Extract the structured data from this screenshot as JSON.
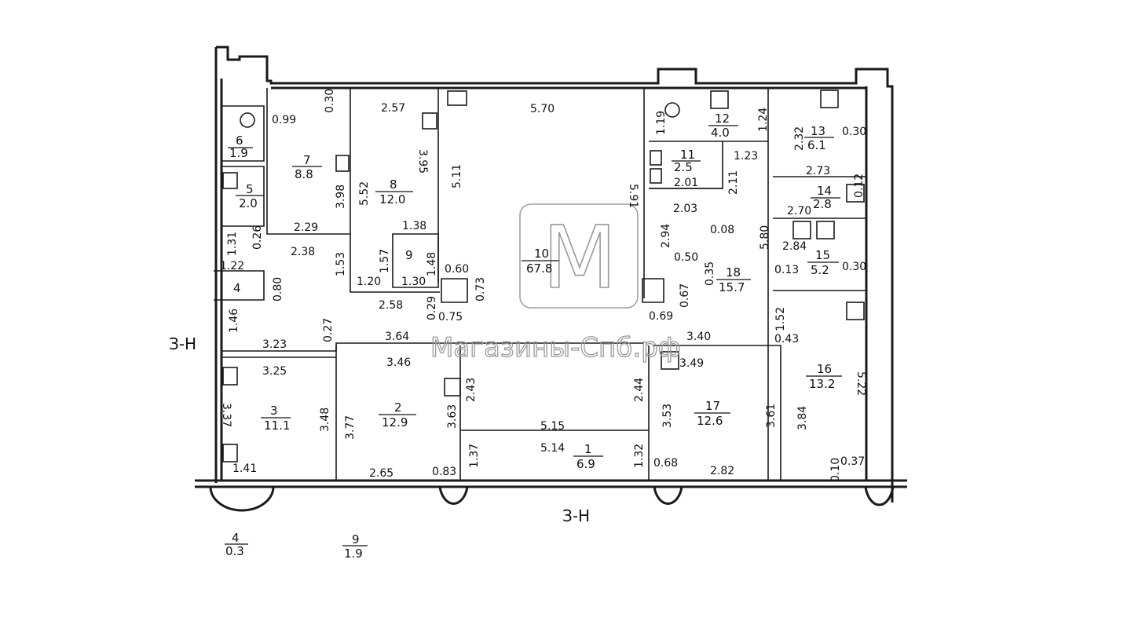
{
  "rooms": [
    {
      "num": "1",
      "area": "6.9"
    },
    {
      "num": "2",
      "area": "12.9"
    },
    {
      "num": "3",
      "area": "11.1"
    },
    {
      "num": "4",
      "area": ""
    },
    {
      "num": "5",
      "area": "2.0"
    },
    {
      "num": "6",
      "area": "1.9"
    },
    {
      "num": "7",
      "area": "8.8"
    },
    {
      "num": "8",
      "area": "12.0"
    },
    {
      "num": "9",
      "area": ""
    },
    {
      "num": "10",
      "area": "67.8"
    },
    {
      "num": "11",
      "area": "2.5"
    },
    {
      "num": "12",
      "area": "4.0"
    },
    {
      "num": "13",
      "area": "6.1"
    },
    {
      "num": "14",
      "area": "2.8"
    },
    {
      "num": "15",
      "area": "5.2"
    },
    {
      "num": "16",
      "area": "13.2"
    },
    {
      "num": "17",
      "area": "12.6"
    },
    {
      "num": "18",
      "area": "15.7"
    }
  ],
  "external_rooms": [
    {
      "num": "4",
      "area": "0.3"
    },
    {
      "num": "9",
      "area": "1.9"
    }
  ],
  "dimensions": [
    "0.30",
    "0.99",
    "2.57",
    "5.70",
    "1.19",
    "1.24",
    "2.32",
    "0.30",
    "3.98",
    "3.95",
    "5.11",
    "2.03",
    "1.23",
    "2.73",
    "2.01",
    "2.11",
    "0.12",
    "5.52",
    "2.29",
    "2.38",
    "1.38",
    "5.91",
    "2.70",
    "2.94",
    "0.08",
    "5.80",
    "1.31",
    "0.26",
    "1.53",
    "1.57",
    "1.48",
    "0.60",
    "0.50",
    "0.35",
    "2.84",
    "0.30",
    "0.13",
    "1.22",
    "1.20",
    "1.30",
    "0.73",
    "0.67",
    "0.80",
    "2.58",
    "0.29",
    "0.75",
    "0.69",
    "1.52",
    "0.43",
    "1.46",
    "3.23",
    "0.27",
    "3.64",
    "3.40",
    "3.25",
    "3.46",
    "3.49",
    "2.43",
    "2.44",
    "5.22",
    "3.37",
    "3.48",
    "3.77",
    "3.63",
    "3.53",
    "3.61",
    "3.84",
    "5.15",
    "5.14",
    "1.37",
    "1.32",
    "0.68",
    "2.82",
    "0.37",
    "0.10",
    "1.41",
    "2.65",
    "0.83"
  ],
  "section_marks": [
    "З-Н",
    "З-Н"
  ],
  "watermark": {
    "logo_letter": "M",
    "text": "Магазины-Спб.рф"
  }
}
